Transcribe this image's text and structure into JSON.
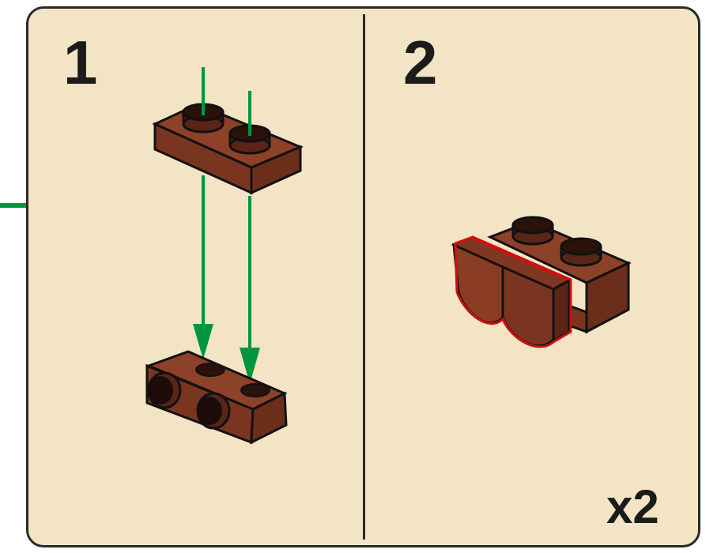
{
  "instruction_page": {
    "background_color": "#f3e4c6",
    "brick_color": "#8a3d24",
    "arrow_color": "#00963f",
    "highlight_color": "#d01010",
    "steps": [
      {
        "number": "1"
      },
      {
        "number": "2"
      }
    ],
    "multiplier": "x2"
  }
}
